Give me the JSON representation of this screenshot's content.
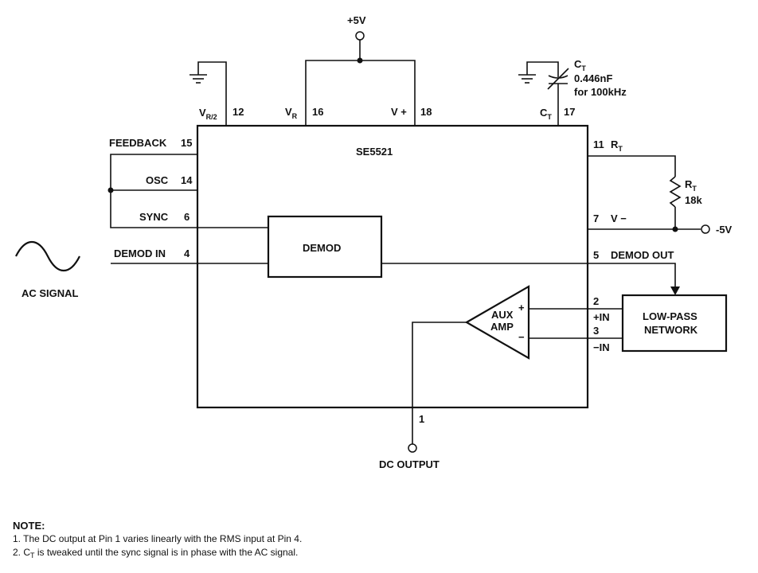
{
  "supply_pos": "+5V",
  "supply_neg": "-5V",
  "chip": "SE5521",
  "pins": {
    "vr2_main": "V",
    "vr2_sub": "R/2",
    "vr2_num": "12",
    "vr_main": "V",
    "vr_sub": "R",
    "vr_num": "16",
    "vplus": "V +",
    "vplus_num": "18",
    "ct_main": "C",
    "ct_sub": "T",
    "ct_num": "17",
    "feedback": "FEEDBACK",
    "feedback_num": "15",
    "osc": "OSC",
    "osc_num": "14",
    "sync": "SYNC",
    "sync_num": "6",
    "demod_in": "DEMOD IN",
    "demod_in_num": "4",
    "rt_num": "11",
    "rt_main": "R",
    "rt_sub": "T",
    "vminus_num": "7",
    "vminus": "V −",
    "demod_out_num": "5",
    "demod_out": "DEMOD OUT",
    "pin2": "2",
    "plus_in": "+IN",
    "pin3": "3",
    "minus_in": "−IN",
    "pin1": "1"
  },
  "cap": {
    "label_main": "C",
    "label_sub": "T",
    "value": "0.446nF",
    "freq": "for 100kHz"
  },
  "resistor": {
    "label_main": "R",
    "label_sub": "T",
    "value": "18k"
  },
  "blocks": {
    "demod": "DEMOD",
    "aux_line1": "AUX",
    "aux_line2": "AMP",
    "lp_line1": "LOW-PASS",
    "lp_line2": "NETWORK"
  },
  "ac_signal": "AC SIGNAL",
  "dc_output": "DC OUTPUT",
  "notes": {
    "title": "NOTE:",
    "line1": "1. The DC output at Pin 1 varies linearly with the RMS input at Pin 4.",
    "line2_pre": "2. C",
    "line2_sub": "T",
    "line2_post": " is tweaked until the sync signal is in phase with the AC signal."
  }
}
